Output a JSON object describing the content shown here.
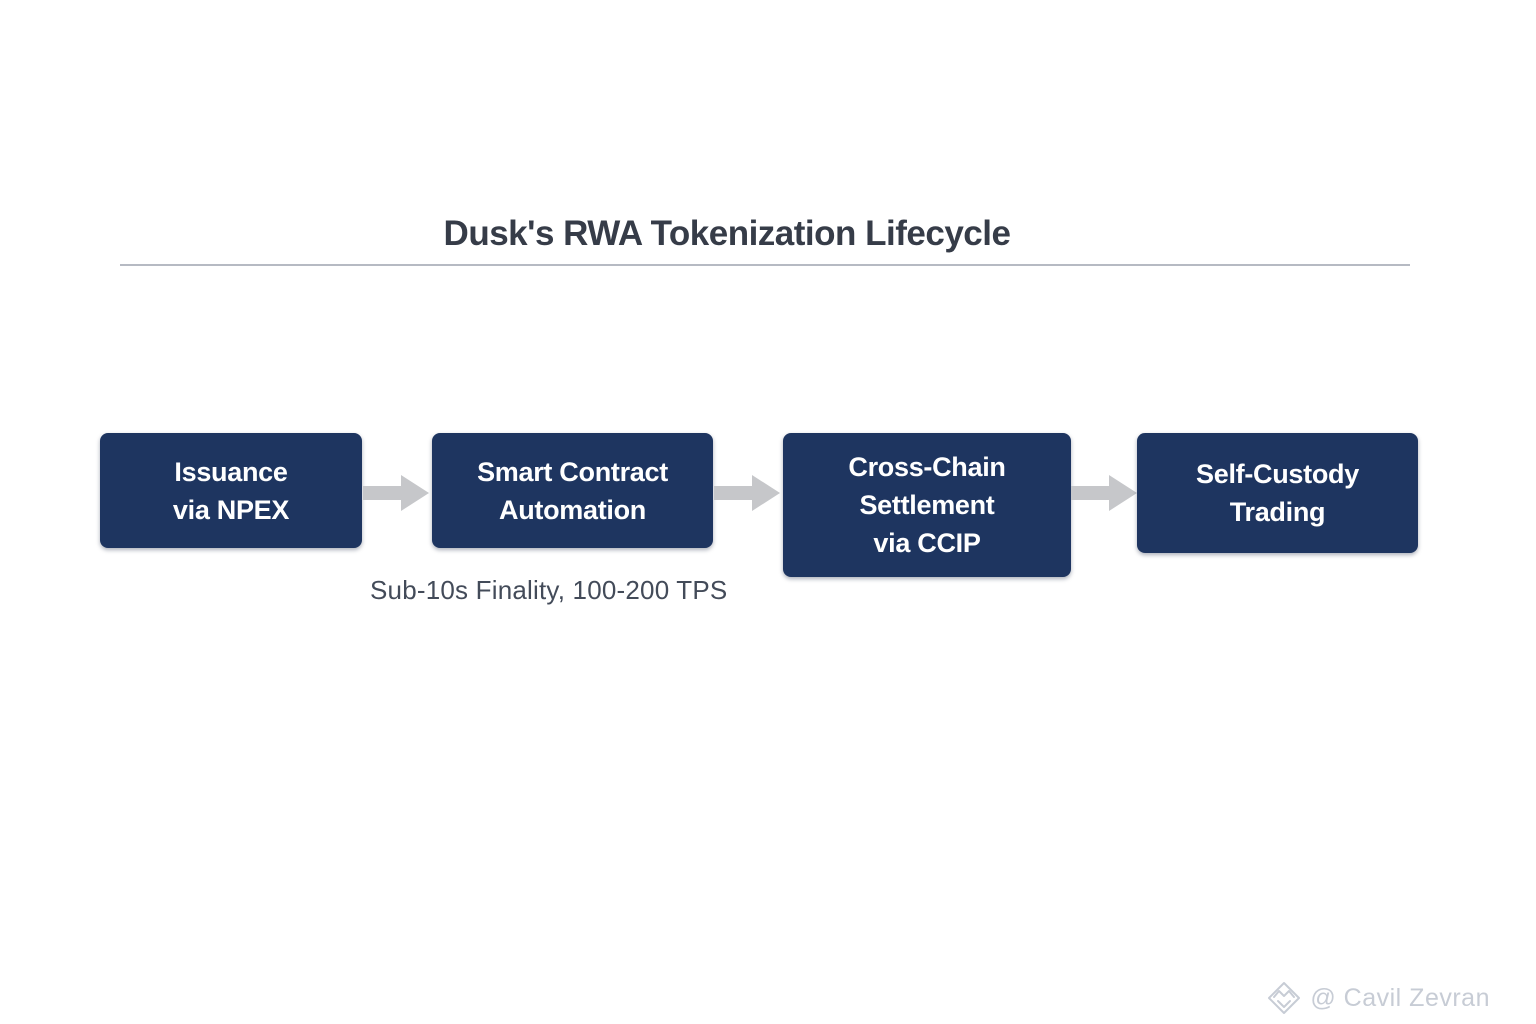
{
  "header": {
    "title": "Dusk's RWA Tokenization Lifecycle"
  },
  "flow": {
    "steps": [
      {
        "id": "issuance-via-npex",
        "lines": [
          "Issuance",
          "via NPEX"
        ]
      },
      {
        "id": "smart-contract-automation",
        "lines": [
          "Smart Contract",
          "Automation"
        ]
      },
      {
        "id": "cross-chain-settlement-via-ccip",
        "lines": [
          "Cross-Chain",
          "Settlement",
          "via CCIP"
        ]
      },
      {
        "id": "self-custody-trading",
        "lines": [
          "Self-Custody",
          "Trading"
        ]
      }
    ],
    "caption": "Sub-10s Finality, 100-200 TPS"
  },
  "watermark": {
    "icon": "gem-diamond-icon",
    "text": "@ Cavil Zevran"
  },
  "colors": {
    "box_background": "#1e3560",
    "box_text": "#ffffff",
    "title_text": "#363c48",
    "caption_text": "#434b59",
    "divider": "#a9aeb8",
    "arrow": "#c6c7ca",
    "watermark": "#c7ccd5"
  }
}
